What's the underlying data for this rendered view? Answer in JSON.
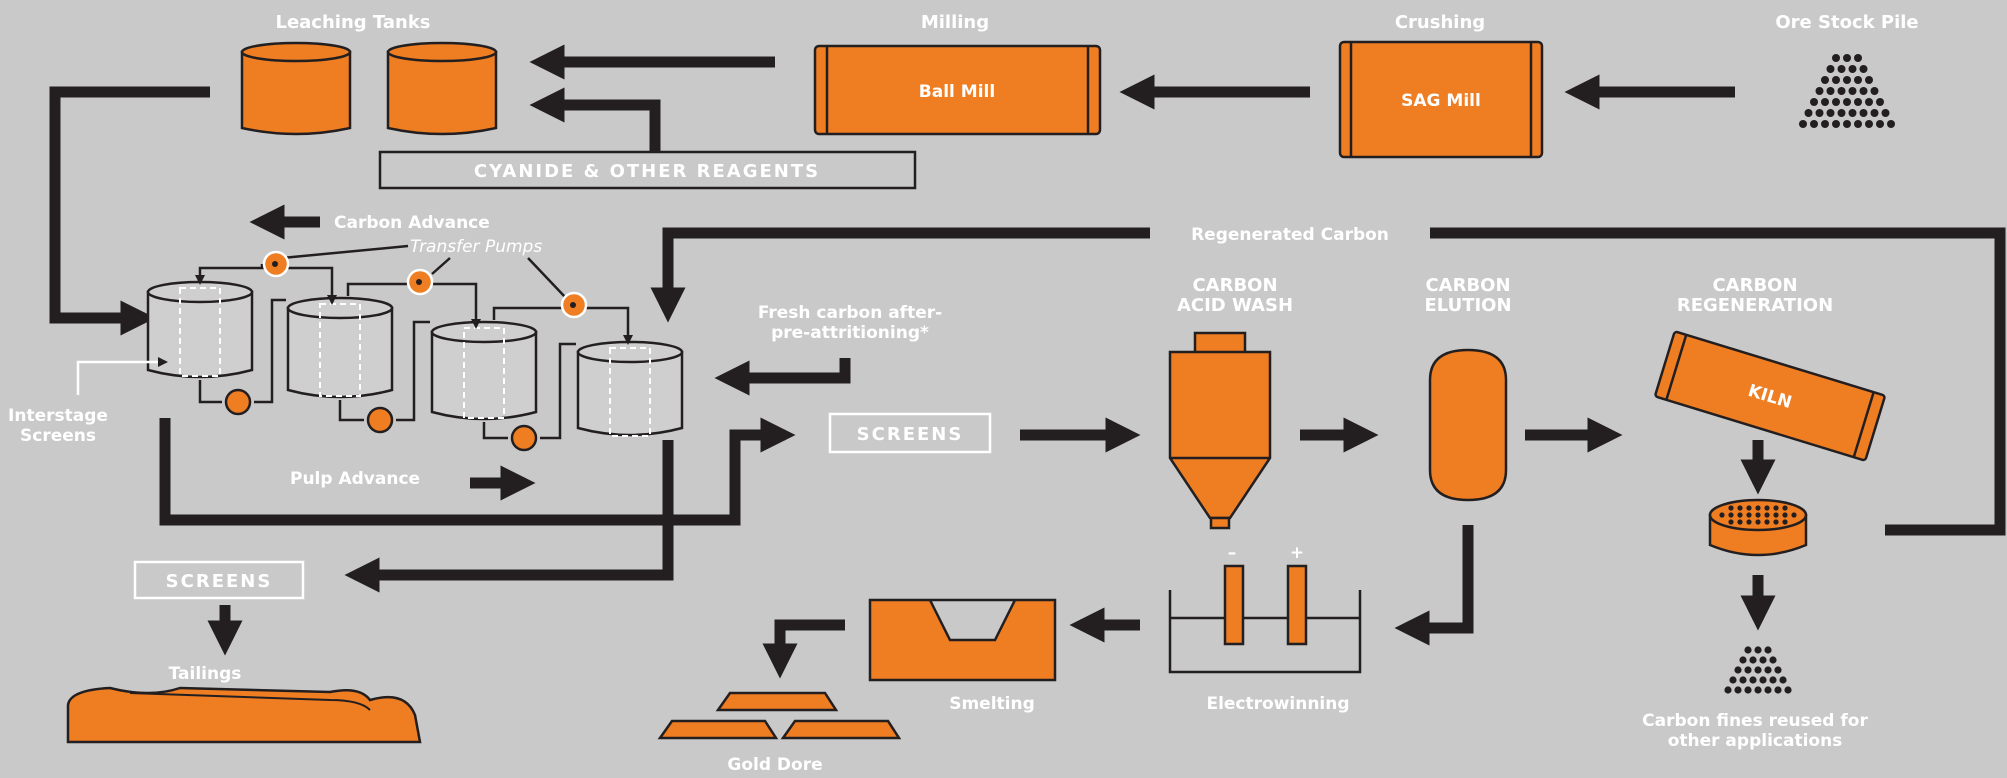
{
  "colors": {
    "background": "#c9c9c9",
    "orange": "#ef7d22",
    "dark": "#231f20",
    "text": "#ffffff"
  },
  "stages": {
    "leaching_tanks": "Leaching Tanks",
    "milling": "Milling",
    "crushing": "Crushing",
    "ore_stock_pile": "Ore Stock Pile",
    "carbon_acid_wash": [
      "CARBON",
      "ACID WASH"
    ],
    "carbon_elution": [
      "CARBON",
      "ELUTION"
    ],
    "carbon_regeneration": [
      "CARBON",
      "REGENERATION"
    ]
  },
  "equipment": {
    "ball_mill": "Ball Mill",
    "sag_mill": "SAG Mill",
    "kiln": "KILN"
  },
  "boxes": {
    "reagents": "CYANIDE & OTHER REAGENTS",
    "screens_mid": "SCREENS",
    "screens_left": "SCREENS"
  },
  "labels": {
    "carbon_advance": "Carbon Advance",
    "transfer_pumps": "Transfer Pumps",
    "regenerated_carbon": "Regenerated Carbon",
    "fresh_carbon": [
      "Fresh carbon after-",
      "pre-attritioning*"
    ],
    "interstage_screens": [
      "Interstage",
      "Screens"
    ],
    "pulp_advance": "Pulp Advance",
    "tailings": "Tailings",
    "gold_dore": "Gold Dore",
    "smelting": "Smelting",
    "electrowinning": "Electrowinning",
    "minus": "–",
    "plus": "+",
    "carbon_fines": [
      "Carbon fines reused for",
      "other applications"
    ]
  }
}
